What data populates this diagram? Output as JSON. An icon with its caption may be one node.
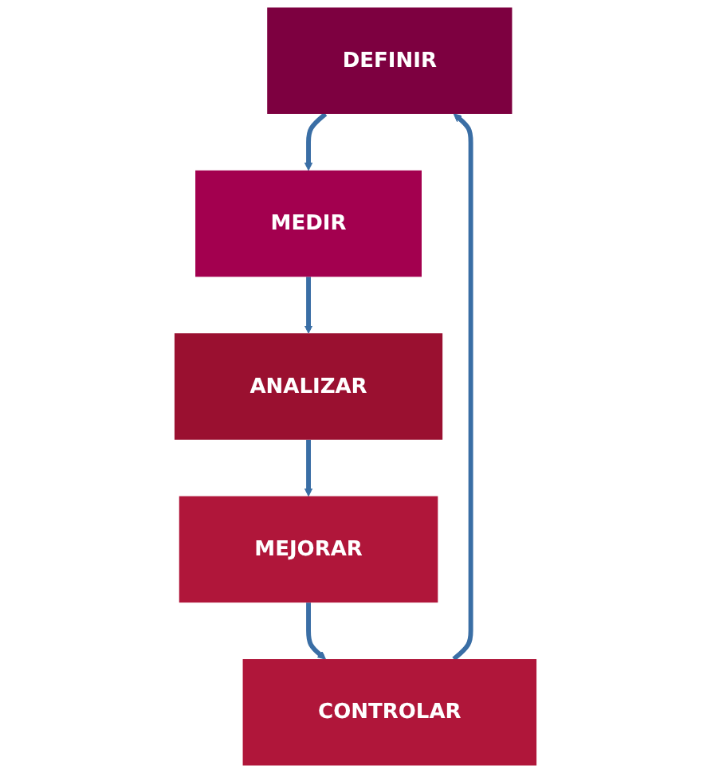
{
  "diagram": {
    "nodes": [
      {
        "text": [
          "DEFINIR"
        ]
      },
      {
        "text": [
          "MEDIR"
        ]
      },
      {
        "text": [
          "ANALIZAR"
        ]
      },
      {
        "text": [
          "MEJORAR"
        ]
      },
      {
        "text": [
          "CONTROLAR"
        ]
      }
    ],
    "edges": [
      {
        "from": 0,
        "to": 1,
        "arrow": "to"
      },
      {
        "from": 1,
        "to": 2,
        "arrow": "to"
      },
      {
        "from": 2,
        "to": 3,
        "arrow": "to"
      },
      {
        "from": 3,
        "to": 4,
        "arrow": "to"
      },
      {
        "from": 4,
        "to": 0,
        "arrow": "to"
      }
    ]
  }
}
